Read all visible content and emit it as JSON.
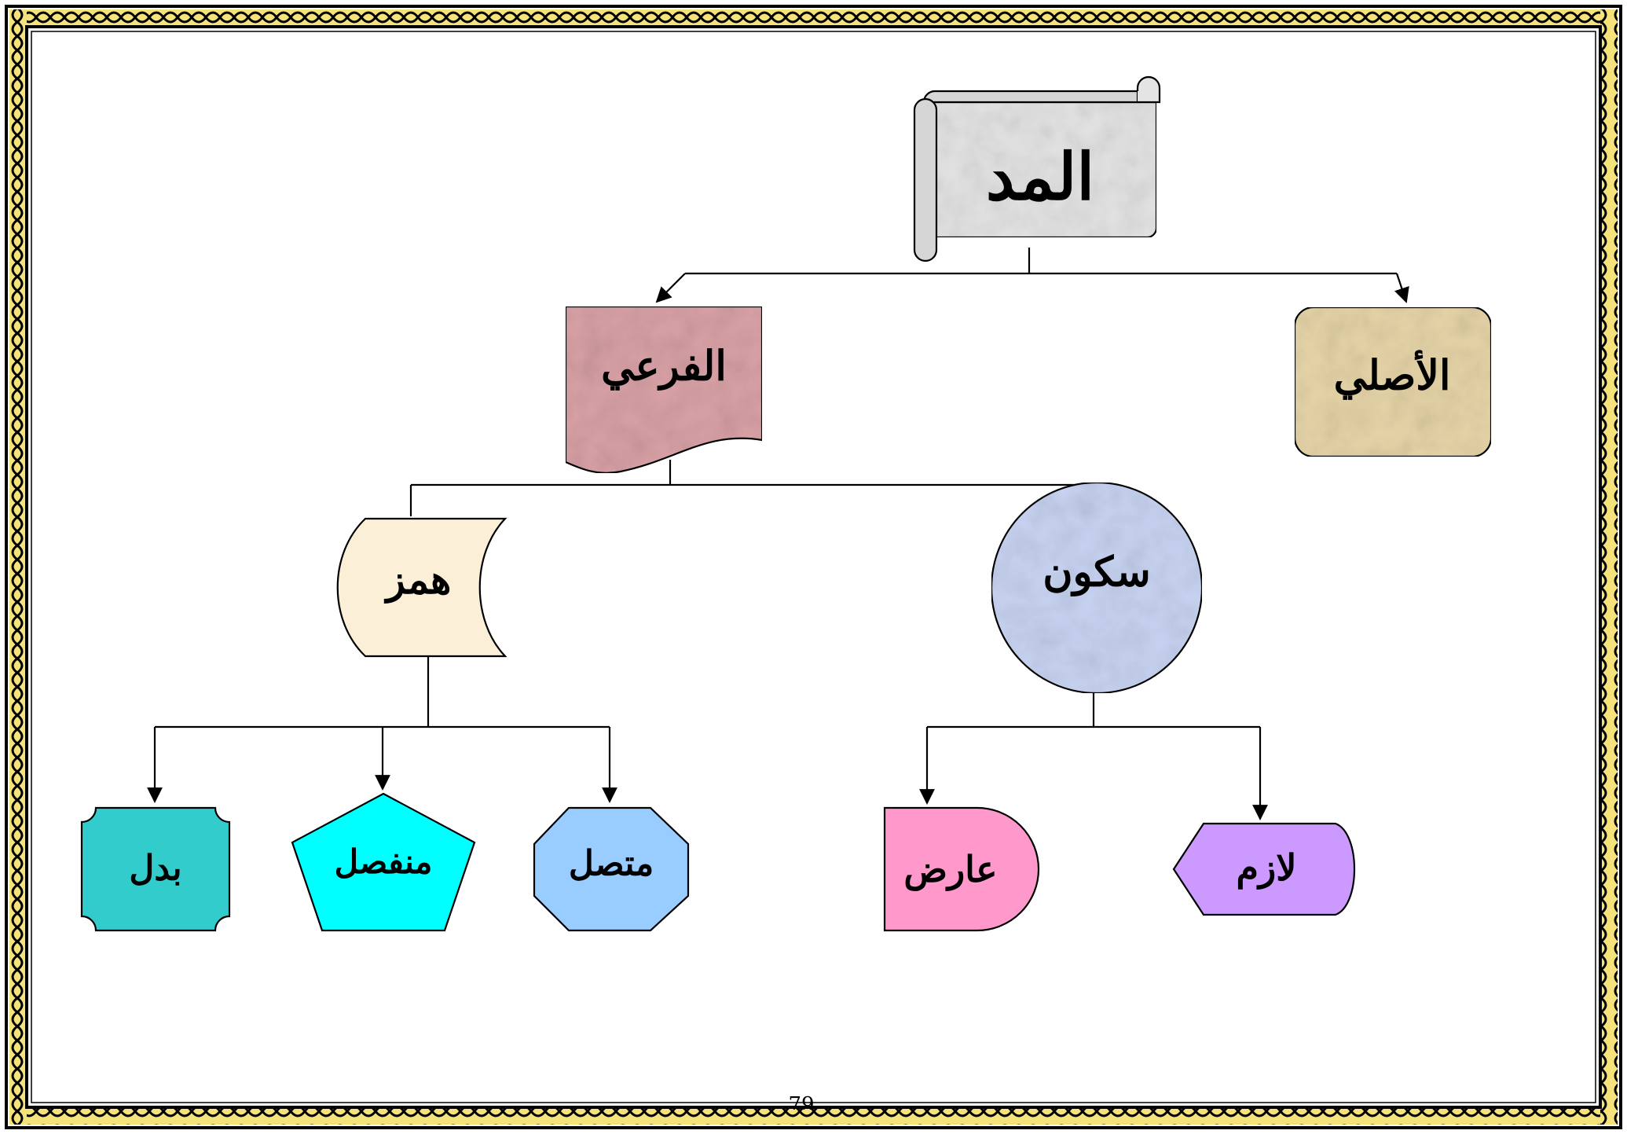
{
  "diagram": {
    "root": "المد",
    "level1": {
      "left": "الفرعي",
      "right": "الأصلي"
    },
    "level2": {
      "left": "همز",
      "right": "سكون"
    },
    "hamz_children": [
      "بدل",
      "منفصل",
      "متصل"
    ],
    "sukun_children": [
      "عارض",
      "لازم"
    ]
  },
  "page_number": "79",
  "colors": {
    "root_fill": "#e4e4e4",
    "far3i_fill": "#d9a2a7",
    "asli_fill": "#e7d5a9",
    "hamz_fill": "#fbefd7",
    "sukun_fill": "#c8d4f2",
    "badal_fill": "#33cccc",
    "munfasil_fill": "#00ffff",
    "muttasil_fill": "#99ccff",
    "arid_fill": "#ff99cc",
    "lazim_fill": "#cc99ff",
    "border_gold": "#f5e27a"
  }
}
